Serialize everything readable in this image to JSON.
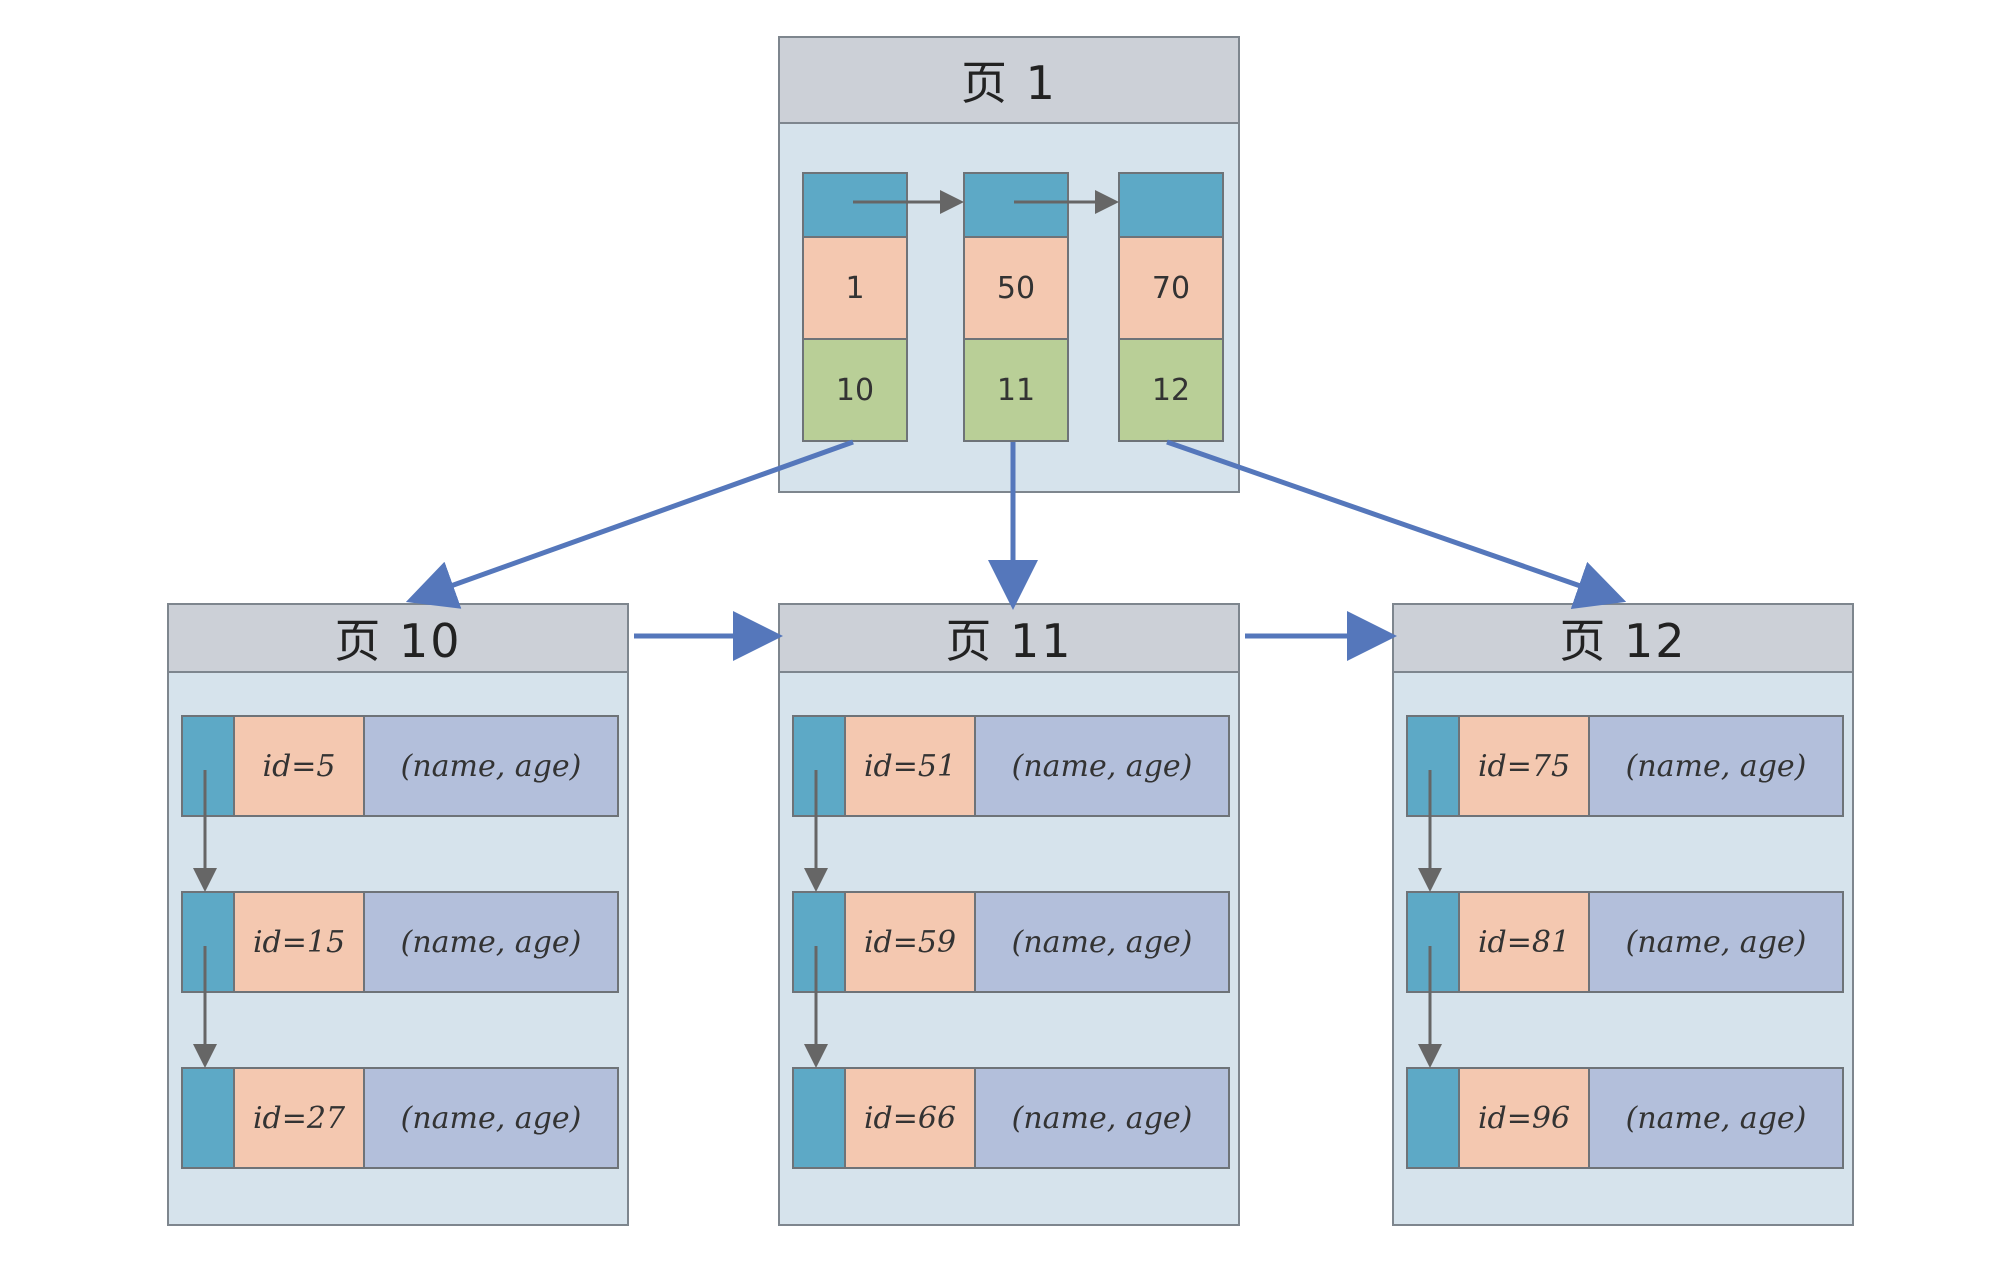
{
  "root": {
    "title": "页 1",
    "entries": [
      {
        "key": "1",
        "page": "10"
      },
      {
        "key": "50",
        "page": "11"
      },
      {
        "key": "70",
        "page": "12"
      }
    ]
  },
  "leaves": [
    {
      "title": "页 10",
      "rows": [
        {
          "id": "id=5",
          "data": "(name, age)"
        },
        {
          "id": "id=15",
          "data": "(name, age)"
        },
        {
          "id": "id=27",
          "data": "(name, age)"
        }
      ]
    },
    {
      "title": "页 11",
      "rows": [
        {
          "id": "id=51",
          "data": "(name, age)"
        },
        {
          "id": "id=59",
          "data": "(name, age)"
        },
        {
          "id": "id=66",
          "data": "(name, age)"
        }
      ]
    },
    {
      "title": "页 12",
      "rows": [
        {
          "id": "id=75",
          "data": "(name, age)"
        },
        {
          "id": "id=81",
          "data": "(name, age)"
        },
        {
          "id": "id=96",
          "data": "(name, age)"
        }
      ]
    }
  ],
  "colors": {
    "edge_arrow": "#5577bb",
    "link_arrow": "#666666"
  }
}
